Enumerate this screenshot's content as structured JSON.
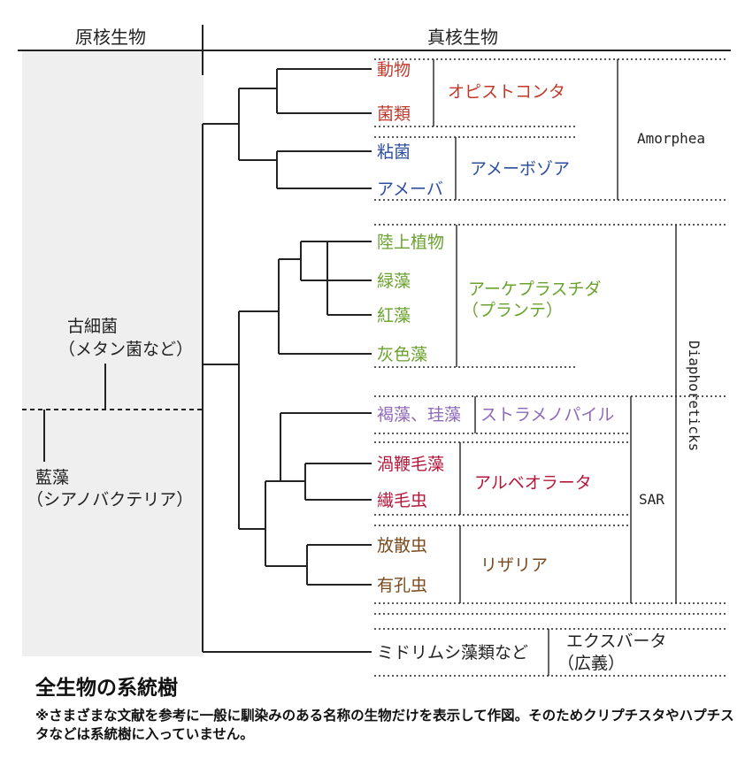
{
  "header": {
    "prokaryote": "原核生物",
    "eukaryote": "真核生物"
  },
  "left_labels": {
    "archaea_line1": "古細菌",
    "archaea_line2": "（メタン菌など）",
    "cyano_line1": "藍藻",
    "cyano_line2": "（シアノバクテリア）"
  },
  "leaves": {
    "animals": "動物",
    "fungi": "菌類",
    "slime_molds": "粘菌",
    "amoeba": "アメーバ",
    "land_plants": "陸上植物",
    "green_algae": "緑藻",
    "red_algae": "紅藻",
    "glaucophytes": "灰色藻",
    "brown_diatoms": "褐藻、珪藻",
    "dinoflagellates": "渦鞭毛藻",
    "ciliates": "繊毛虫",
    "radiolarians": "放散虫",
    "foraminifera": "有孔虫",
    "excavata_misc": "ミドリムシ藻類など"
  },
  "groups": {
    "opisthokonta": "オピストコンタ",
    "amoebozoa": "アメーボゾア",
    "archaeplastida_line1": "アーケプラスチダ",
    "archaeplastida_line2": "（プランテ）",
    "stramenopiles": "ストラメノパイル",
    "alveolata": "アルベオラータ",
    "rhizaria": "リザリア",
    "excavata_line1": "エクスバータ",
    "excavata_line2": "（広義）"
  },
  "supergroups": {
    "amorphea": "Amorphea",
    "sar": "SAR",
    "diaphoretickes": "Diaphoreticks"
  },
  "colors": {
    "opisthokonta": "#c0392b",
    "amoebozoa": "#2d4fa0",
    "archaeplastida": "#6aa22e",
    "stramenopiles": "#8e6ab8",
    "alveolata": "#b5173b",
    "rhizaria": "#7a4a1e",
    "dark": "#222222",
    "shade": "#efefef"
  },
  "footer": {
    "title": "全生物の系統樹",
    "note": "※さまざまな文献を参考に一般に馴染みのある名称の生物だけを表示して作図。そのためクリプチスタやハプチスタなどは系統樹に入っていません。"
  }
}
